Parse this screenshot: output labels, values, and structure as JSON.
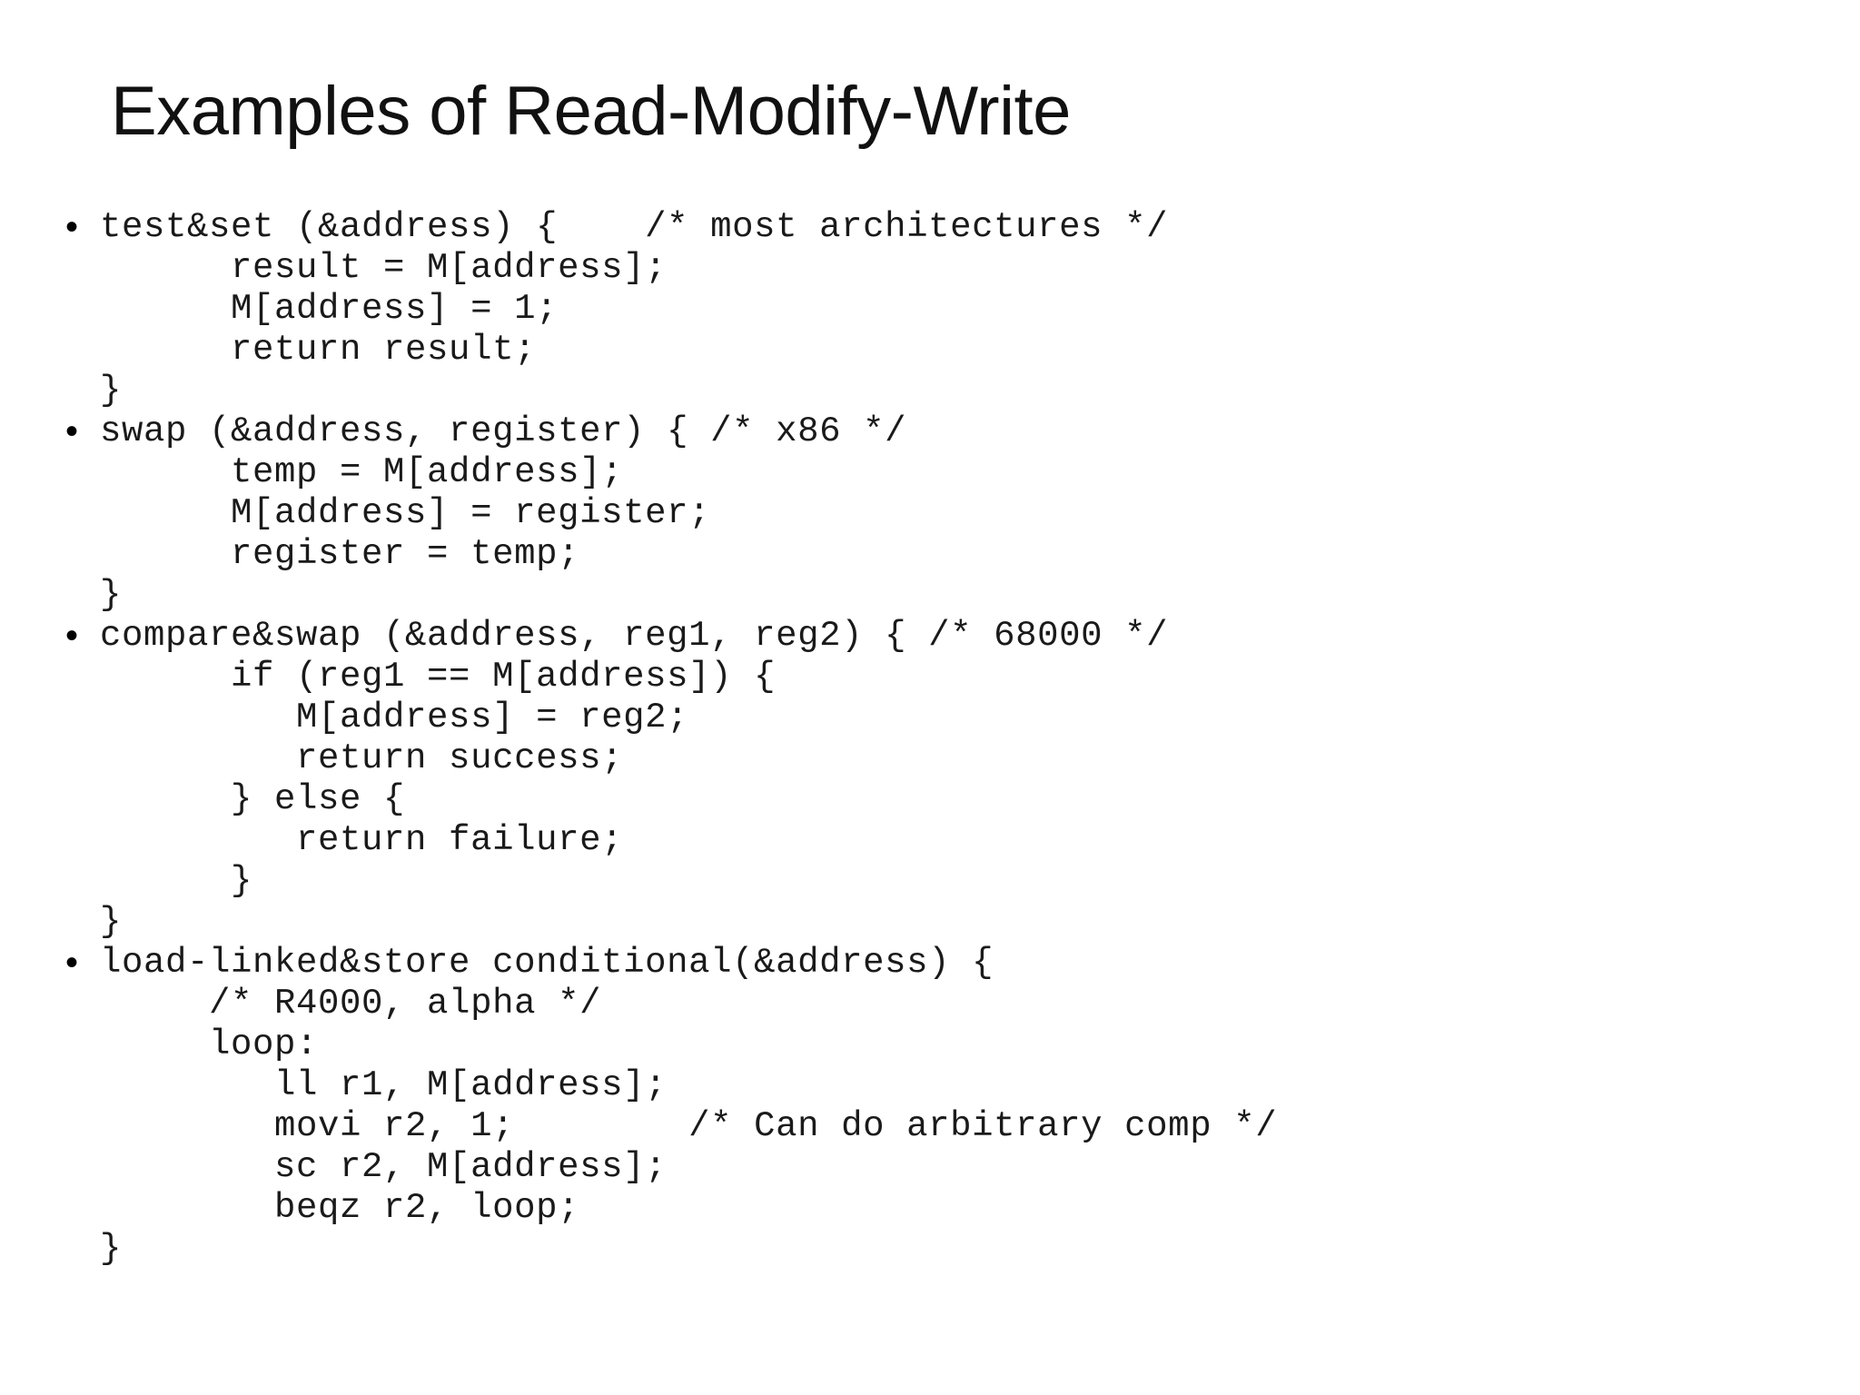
{
  "slide": {
    "title": "Examples of Read-Modify-Write",
    "bullet_glyph": "•",
    "background_color": "#ffffff",
    "text_color": "#1a1a1a",
    "blocks": [
      {
        "name": "test-and-set",
        "lines": [
          "test&set (&address) {    /* most architectures */",
          "      result = M[address];",
          "      M[address] = 1;",
          "      return result;",
          "}"
        ]
      },
      {
        "name": "swap",
        "lines": [
          "swap (&address, register) { /* x86 */",
          "      temp = M[address];",
          "      M[address] = register;",
          "      register = temp;",
          "}"
        ]
      },
      {
        "name": "compare-and-swap",
        "lines": [
          "compare&swap (&address, reg1, reg2) { /* 68000 */",
          "      if (reg1 == M[address]) {",
          "         M[address] = reg2;",
          "         return success;",
          "      } else {",
          "         return failure;",
          "      }",
          "}"
        ]
      },
      {
        "name": "load-linked-store-conditional",
        "lines": [
          "load-linked&store conditional(&address) {",
          "     /* R4000, alpha */",
          "     loop:",
          "        ll r1, M[address];",
          "        movi r2, 1;        /* Can do arbitrary comp */",
          "        sc r2, M[address];",
          "        beqz r2, loop;",
          "}"
        ]
      }
    ]
  }
}
